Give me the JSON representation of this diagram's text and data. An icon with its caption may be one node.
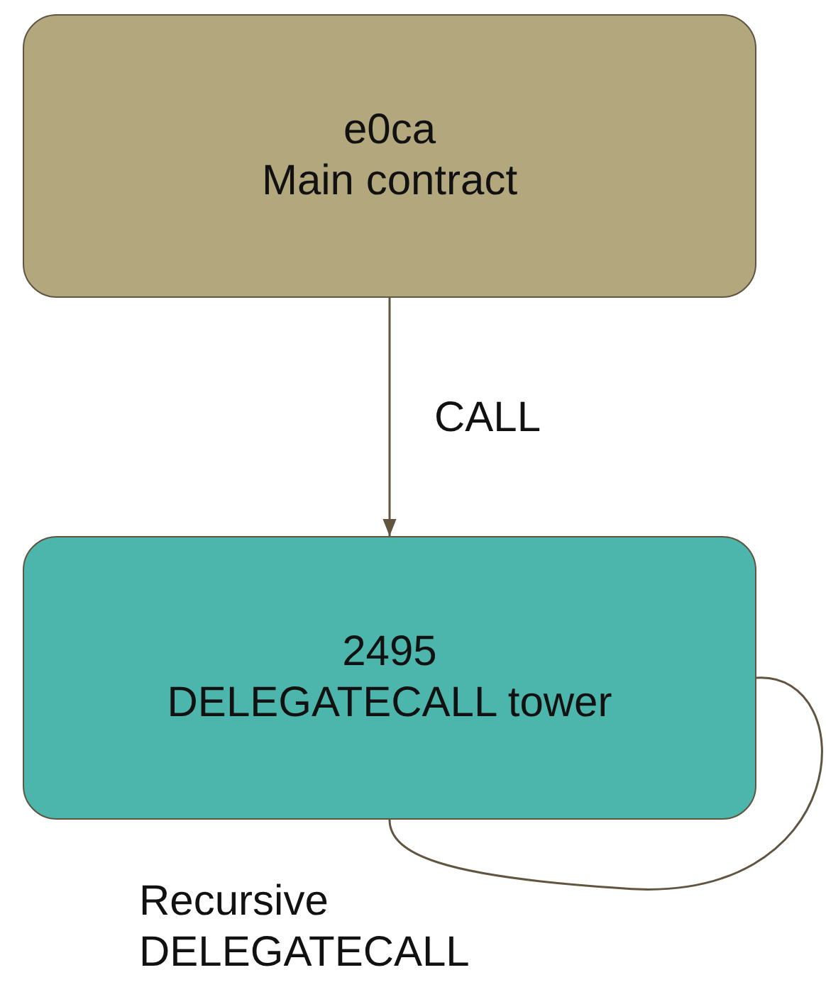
{
  "diagram": {
    "nodes": [
      {
        "text": [
          "e0ca",
          "Main contract"
        ]
      },
      {
        "text": [
          "2495",
          "DELEGATECALL tower"
        ]
      }
    ],
    "edges": [
      {
        "from": 0,
        "to": 1,
        "arrow": "to",
        "label": "CALL"
      },
      {
        "from": 1,
        "to": 1,
        "arrow": "none",
        "label": "Recursive DELEGATECALL"
      }
    ]
  }
}
